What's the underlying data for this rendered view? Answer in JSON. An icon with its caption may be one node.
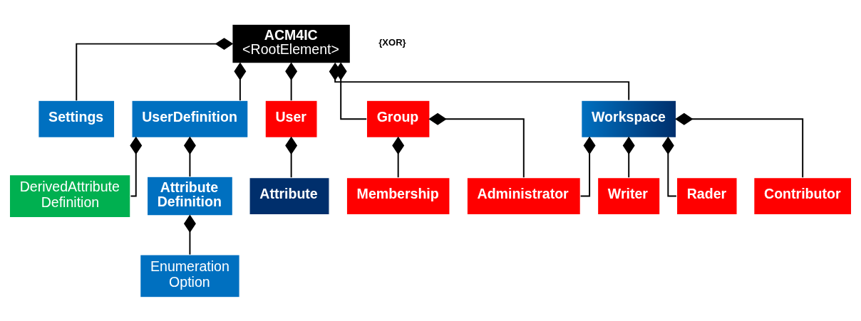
{
  "diagram": {
    "nodes": [
      {
        "text": [
          "ACM4IC",
          "<RootElement>"
        ]
      },
      {
        "text": [
          "Settings"
        ]
      },
      {
        "text": [
          "UserDefinition"
        ]
      },
      {
        "text": [
          "User"
        ]
      },
      {
        "text": [
          "Group"
        ]
      },
      {
        "text": [
          "Workspace"
        ]
      },
      {
        "text": [
          "DerivedAttribute Definition"
        ]
      },
      {
        "text": [
          "Attribute Definition"
        ]
      },
      {
        "text": [
          "Attribute"
        ]
      },
      {
        "text": [
          "Membership"
        ]
      },
      {
        "text": [
          "Administrator"
        ]
      },
      {
        "text": [
          "Writer"
        ]
      },
      {
        "text": [
          "Rader"
        ]
      },
      {
        "text": [
          "Contributor"
        ]
      },
      {
        "text": [
          "Enumeration Option"
        ]
      }
    ],
    "edges": [
      {
        "from": 0,
        "to": 1,
        "arrow": "other"
      },
      {
        "from": 0,
        "to": 2,
        "arrow": "other"
      },
      {
        "from": 0,
        "to": 3,
        "arrow": "other"
      },
      {
        "from": 0,
        "to": 4,
        "arrow": "other"
      },
      {
        "from": 0,
        "to": 5,
        "arrow": "other"
      },
      {
        "from": 2,
        "to": 6,
        "arrow": "other"
      },
      {
        "from": 2,
        "to": 7,
        "arrow": "other"
      },
      {
        "from": 7,
        "to": 14,
        "arrow": "other"
      },
      {
        "from": 3,
        "to": 8,
        "arrow": "other"
      },
      {
        "from": 4,
        "to": 9,
        "arrow": "other"
      },
      {
        "from": 4,
        "to": 10,
        "arrow": "other"
      },
      {
        "from": 5,
        "to": 10,
        "arrow": "other"
      },
      {
        "from": 5,
        "to": 11,
        "arrow": "other"
      },
      {
        "from": 5,
        "to": 12,
        "arrow": "other"
      },
      {
        "from": 5,
        "to": 13,
        "arrow": "other"
      }
    ],
    "labels": [
      "{XOR}"
    ]
  }
}
